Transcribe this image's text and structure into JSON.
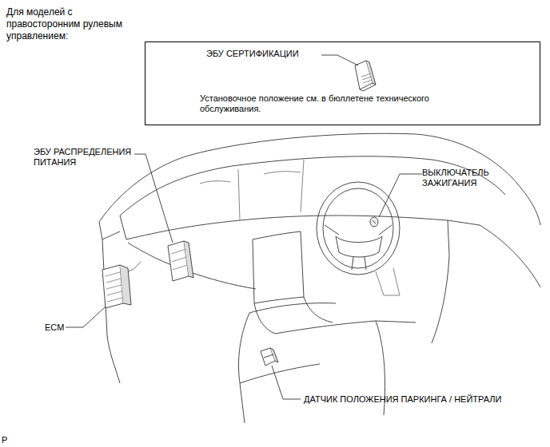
{
  "diagram": {
    "title": "Для моделей с правосторонним рулевым управлением:",
    "nodes": [
      {
        "text": [
          "ЭБУ СЕРТИФИКАЦИИ",
          "Установочное положение см. в бюллетене технического обслуживания."
        ]
      }
    ],
    "labels": [
      "ЭБУ РАСПРЕДЕЛЕНИЯ ПИТАНИЯ",
      "ВЫКЛЮЧАТЕЛЬ ЗАЖИГАНИЯ",
      "ECM",
      "ДАТЧИК ПОЛОЖЕНИЯ ПАРКИНГА / НЕЙТРАЛИ",
      "P"
    ]
  }
}
